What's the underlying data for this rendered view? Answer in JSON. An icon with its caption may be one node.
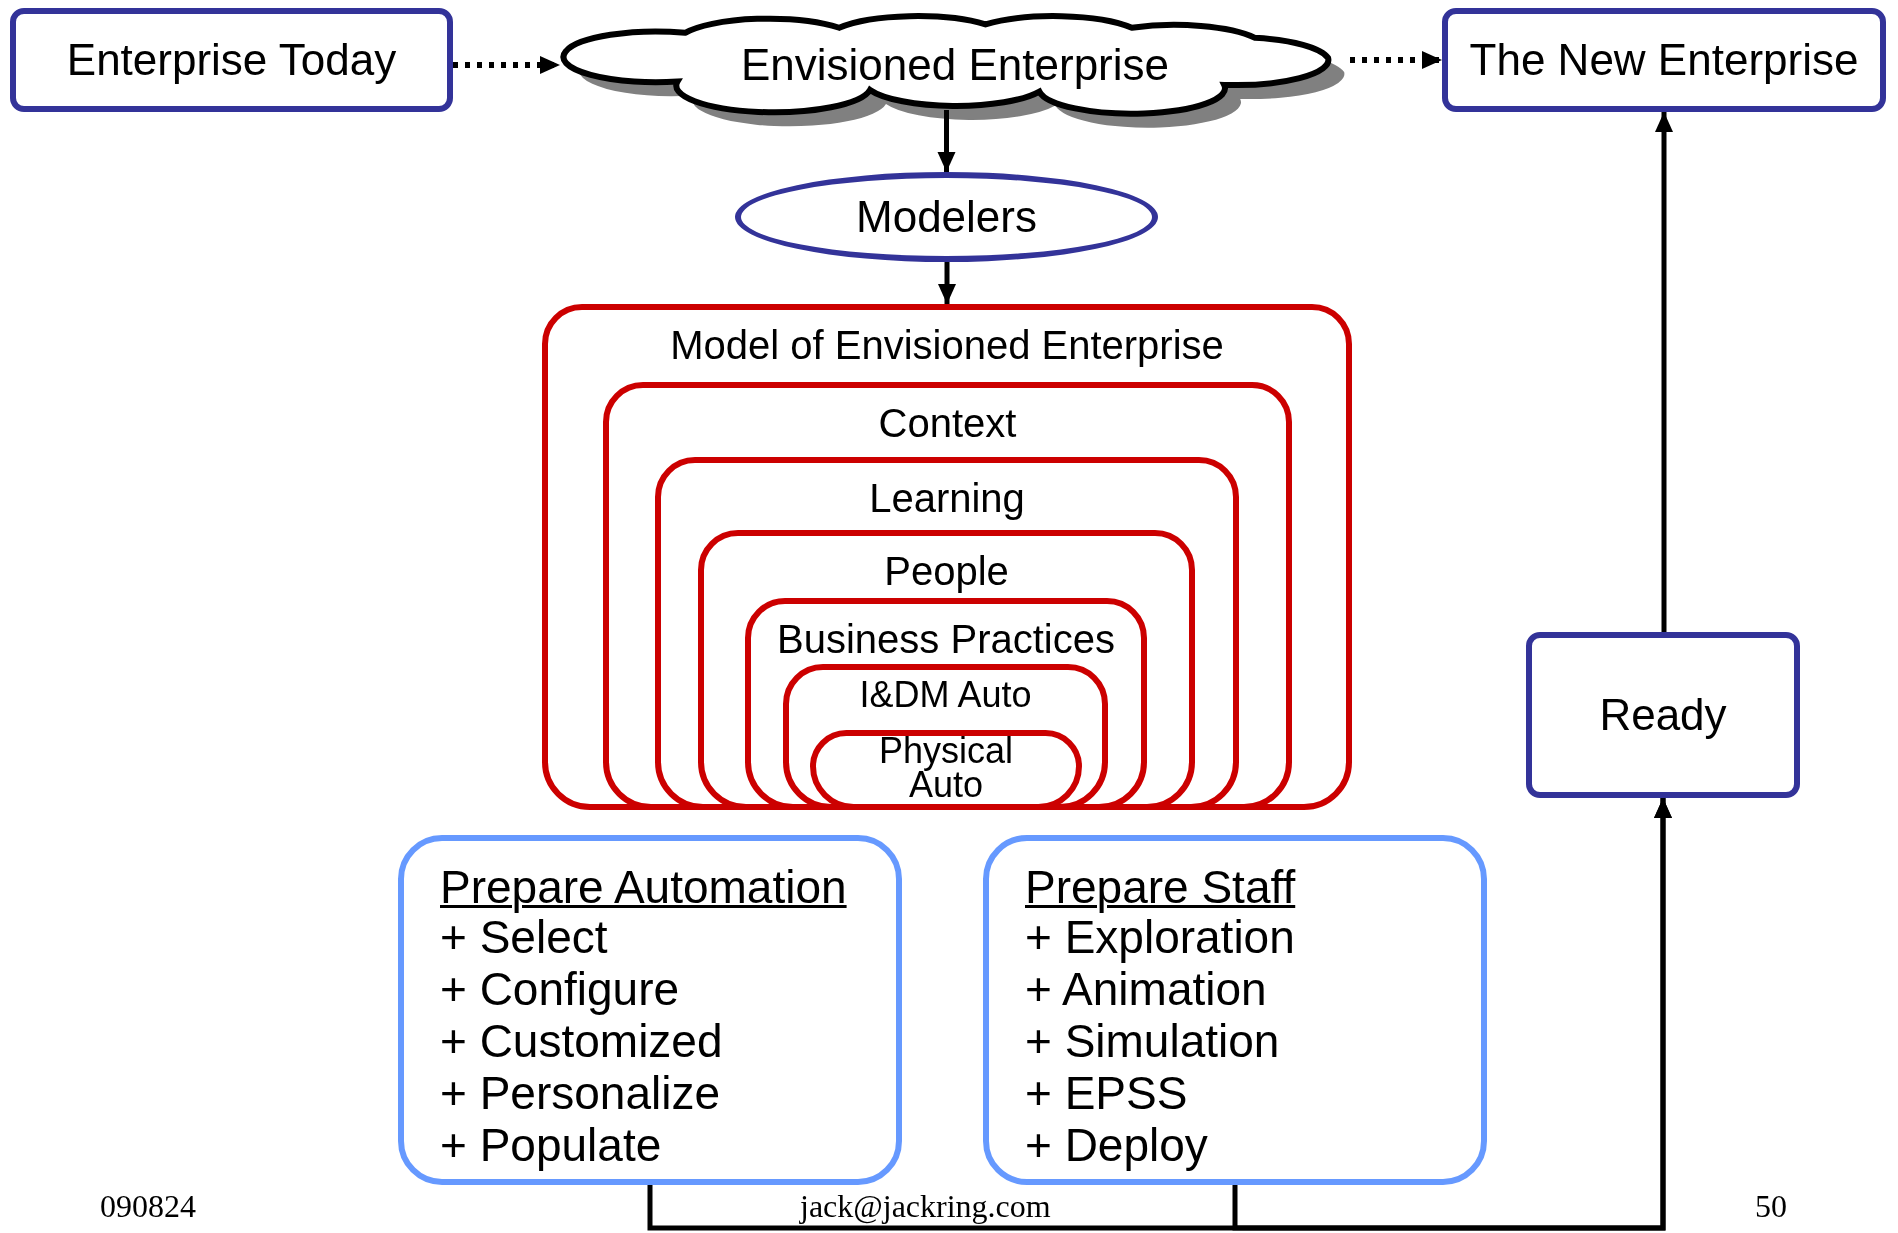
{
  "diagram": {
    "nodes": [
      {
        "text": [
          "Enterprise Today"
        ]
      },
      {
        "text": [
          "Envisioned Enterprise"
        ]
      },
      {
        "text": [
          "The New Enterprise"
        ]
      },
      {
        "text": [
          "Modelers"
        ]
      },
      {
        "text": [
          "Model of Envisioned Enterprise"
        ]
      },
      {
        "text": [
          "Context"
        ],
        "in": 4
      },
      {
        "text": [
          "Learning"
        ],
        "in": 5
      },
      {
        "text": [
          "People"
        ],
        "in": 6
      },
      {
        "text": [
          "Business Practices"
        ],
        "in": 7
      },
      {
        "text": [
          "I&DM Auto"
        ],
        "in": 8
      },
      {
        "text": [
          "Physical Auto"
        ],
        "in": 9
      },
      {
        "text": [
          "Ready"
        ]
      },
      {
        "text": [
          "Prepare Automation",
          "+ Select",
          "+ Configure",
          "+ Customized",
          "+ Personalize",
          "+ Populate"
        ]
      },
      {
        "text": [
          "Prepare Staff",
          "+ Exploration",
          "+ Animation",
          "+ Simulation",
          "+ EPSS",
          "+ Deploy"
        ]
      }
    ],
    "edges": [
      {
        "from": 0,
        "to": 1,
        "arrow": "to",
        "style": "dashed"
      },
      {
        "from": 1,
        "to": 2,
        "arrow": "to",
        "style": "dashed"
      },
      {
        "from": 1,
        "to": 3,
        "arrow": "to"
      },
      {
        "from": 3,
        "to": 4,
        "arrow": "to"
      },
      {
        "from": 12,
        "to": 11,
        "arrow": "to"
      },
      {
        "from": 13,
        "to": 11,
        "arrow": "to"
      },
      {
        "from": 11,
        "to": 2,
        "arrow": "to"
      }
    ],
    "labels": [
      "090824",
      "jack@jackring.com",
      "50"
    ]
  }
}
